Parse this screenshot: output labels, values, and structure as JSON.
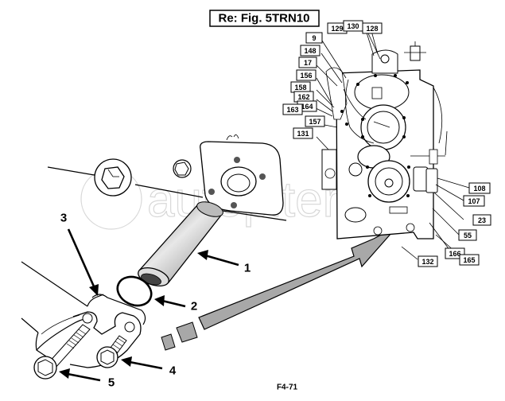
{
  "figure": {
    "reference_title": "Re: Fig. 5TRN10",
    "figure_code": "F4-71",
    "watermark_text": "autopiter.ru",
    "colors": {
      "line": "#000000",
      "background": "#ffffff",
      "arrow_fill": "#a8a8a8",
      "part_shade": "#bdbdbd",
      "watermark": "#d8d8d8"
    }
  },
  "detail_callouts": [
    {
      "id": "1",
      "label": "1",
      "part": "tube"
    },
    {
      "id": "2",
      "label": "2",
      "part": "o-ring"
    },
    {
      "id": "3",
      "label": "3",
      "part": "bracket"
    },
    {
      "id": "4",
      "label": "4",
      "part": "short-bolt"
    },
    {
      "id": "5",
      "label": "5",
      "part": "long-bolt"
    }
  ],
  "engine_callouts": [
    {
      "label": "129"
    },
    {
      "label": "130"
    },
    {
      "label": "128"
    },
    {
      "label": "9"
    },
    {
      "label": "148"
    },
    {
      "label": "17"
    },
    {
      "label": "156"
    },
    {
      "label": "158"
    },
    {
      "label": "162"
    },
    {
      "label": "164"
    },
    {
      "label": "163"
    },
    {
      "label": "157"
    },
    {
      "label": "131"
    },
    {
      "label": "108"
    },
    {
      "label": "107"
    },
    {
      "label": "23"
    },
    {
      "label": "55"
    },
    {
      "label": "166"
    },
    {
      "label": "165"
    },
    {
      "label": "132"
    }
  ],
  "icons": {
    "direction_arrow": "large-dashed-arrow-icon",
    "watermark_logo": "circle-a-logo-icon"
  }
}
